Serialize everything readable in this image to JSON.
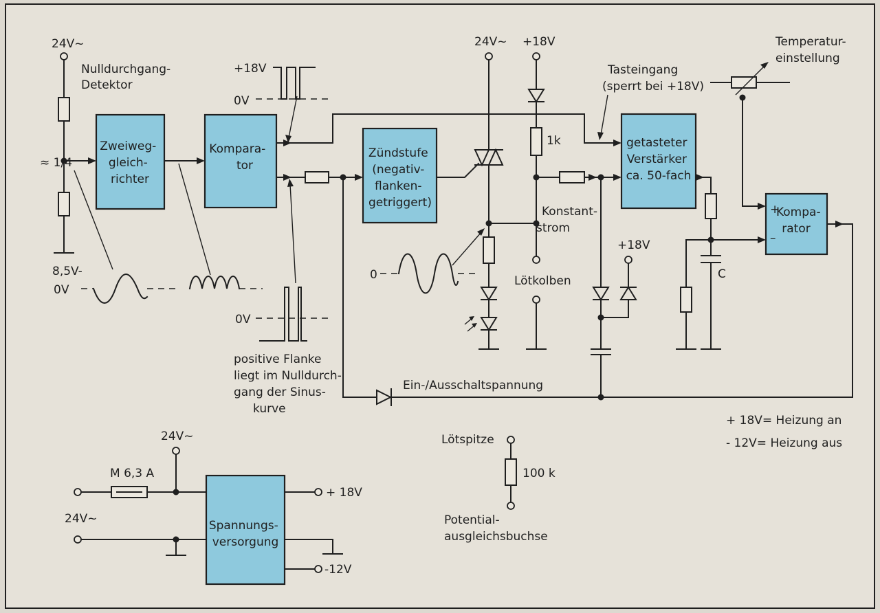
{
  "blocks": {
    "rectifier": [
      "Zweiweg-",
      "gleich-",
      "richter"
    ],
    "comparator1": [
      "Kompara-",
      "tor"
    ],
    "trigger": [
      "Zündstufe",
      "(negativ-",
      "flanken-",
      "getriggert)"
    ],
    "amplifier": [
      "getasteter",
      "Verstärker",
      "ca. 50-fach"
    ],
    "comparator2": [
      "Kompa-",
      "rator"
    ],
    "supply": [
      "Spannungs-",
      "versorgung"
    ]
  },
  "labels": {
    "v24_in": "24V~",
    "ratio": "≈ 1/4",
    "zero_detector": [
      "Nulldurchgang-",
      "Detektor"
    ],
    "wave_peak": "8,5V-",
    "wave_base": "0V",
    "pulse_top_plus": "+18V",
    "pulse_top_zero": "0V",
    "pulse_bottom_zero": "0V",
    "positive_edge_note": [
      "positive Flanke",
      "liegt im Nulldurch-",
      "gang der Sinus-",
      "kurve"
    ],
    "v24_triac": "24V~",
    "v18_top": "+18V",
    "r_1k": "1k",
    "constant_current": [
      "Konstant-",
      "strom"
    ],
    "soldering_iron": "Lötkolben",
    "zero_label": "0",
    "v18_mid": "+18V",
    "key_input": [
      "Tasteingang",
      "(sperrt bei +18V)"
    ],
    "temp_setting": [
      "Temperatur-",
      "einstellung"
    ],
    "cap_c": "C",
    "plus": "+",
    "minus": "–",
    "on_off_voltage": "Ein-/Ausschaltspannung",
    "heat_on": "+ 18V= Heizung an",
    "heat_off": "- 12V= Heizung aus",
    "solder_tip": "Lötspitze",
    "r_100k": "100 k",
    "potential_socket": [
      "Potential-",
      "ausgleichsbuchse"
    ],
    "ps_24_top": "24V~",
    "fuse": "M 6,3 A",
    "ps_24_left": "24V~",
    "out_plus18": "+ 18V",
    "out_minus12": "-12V"
  }
}
